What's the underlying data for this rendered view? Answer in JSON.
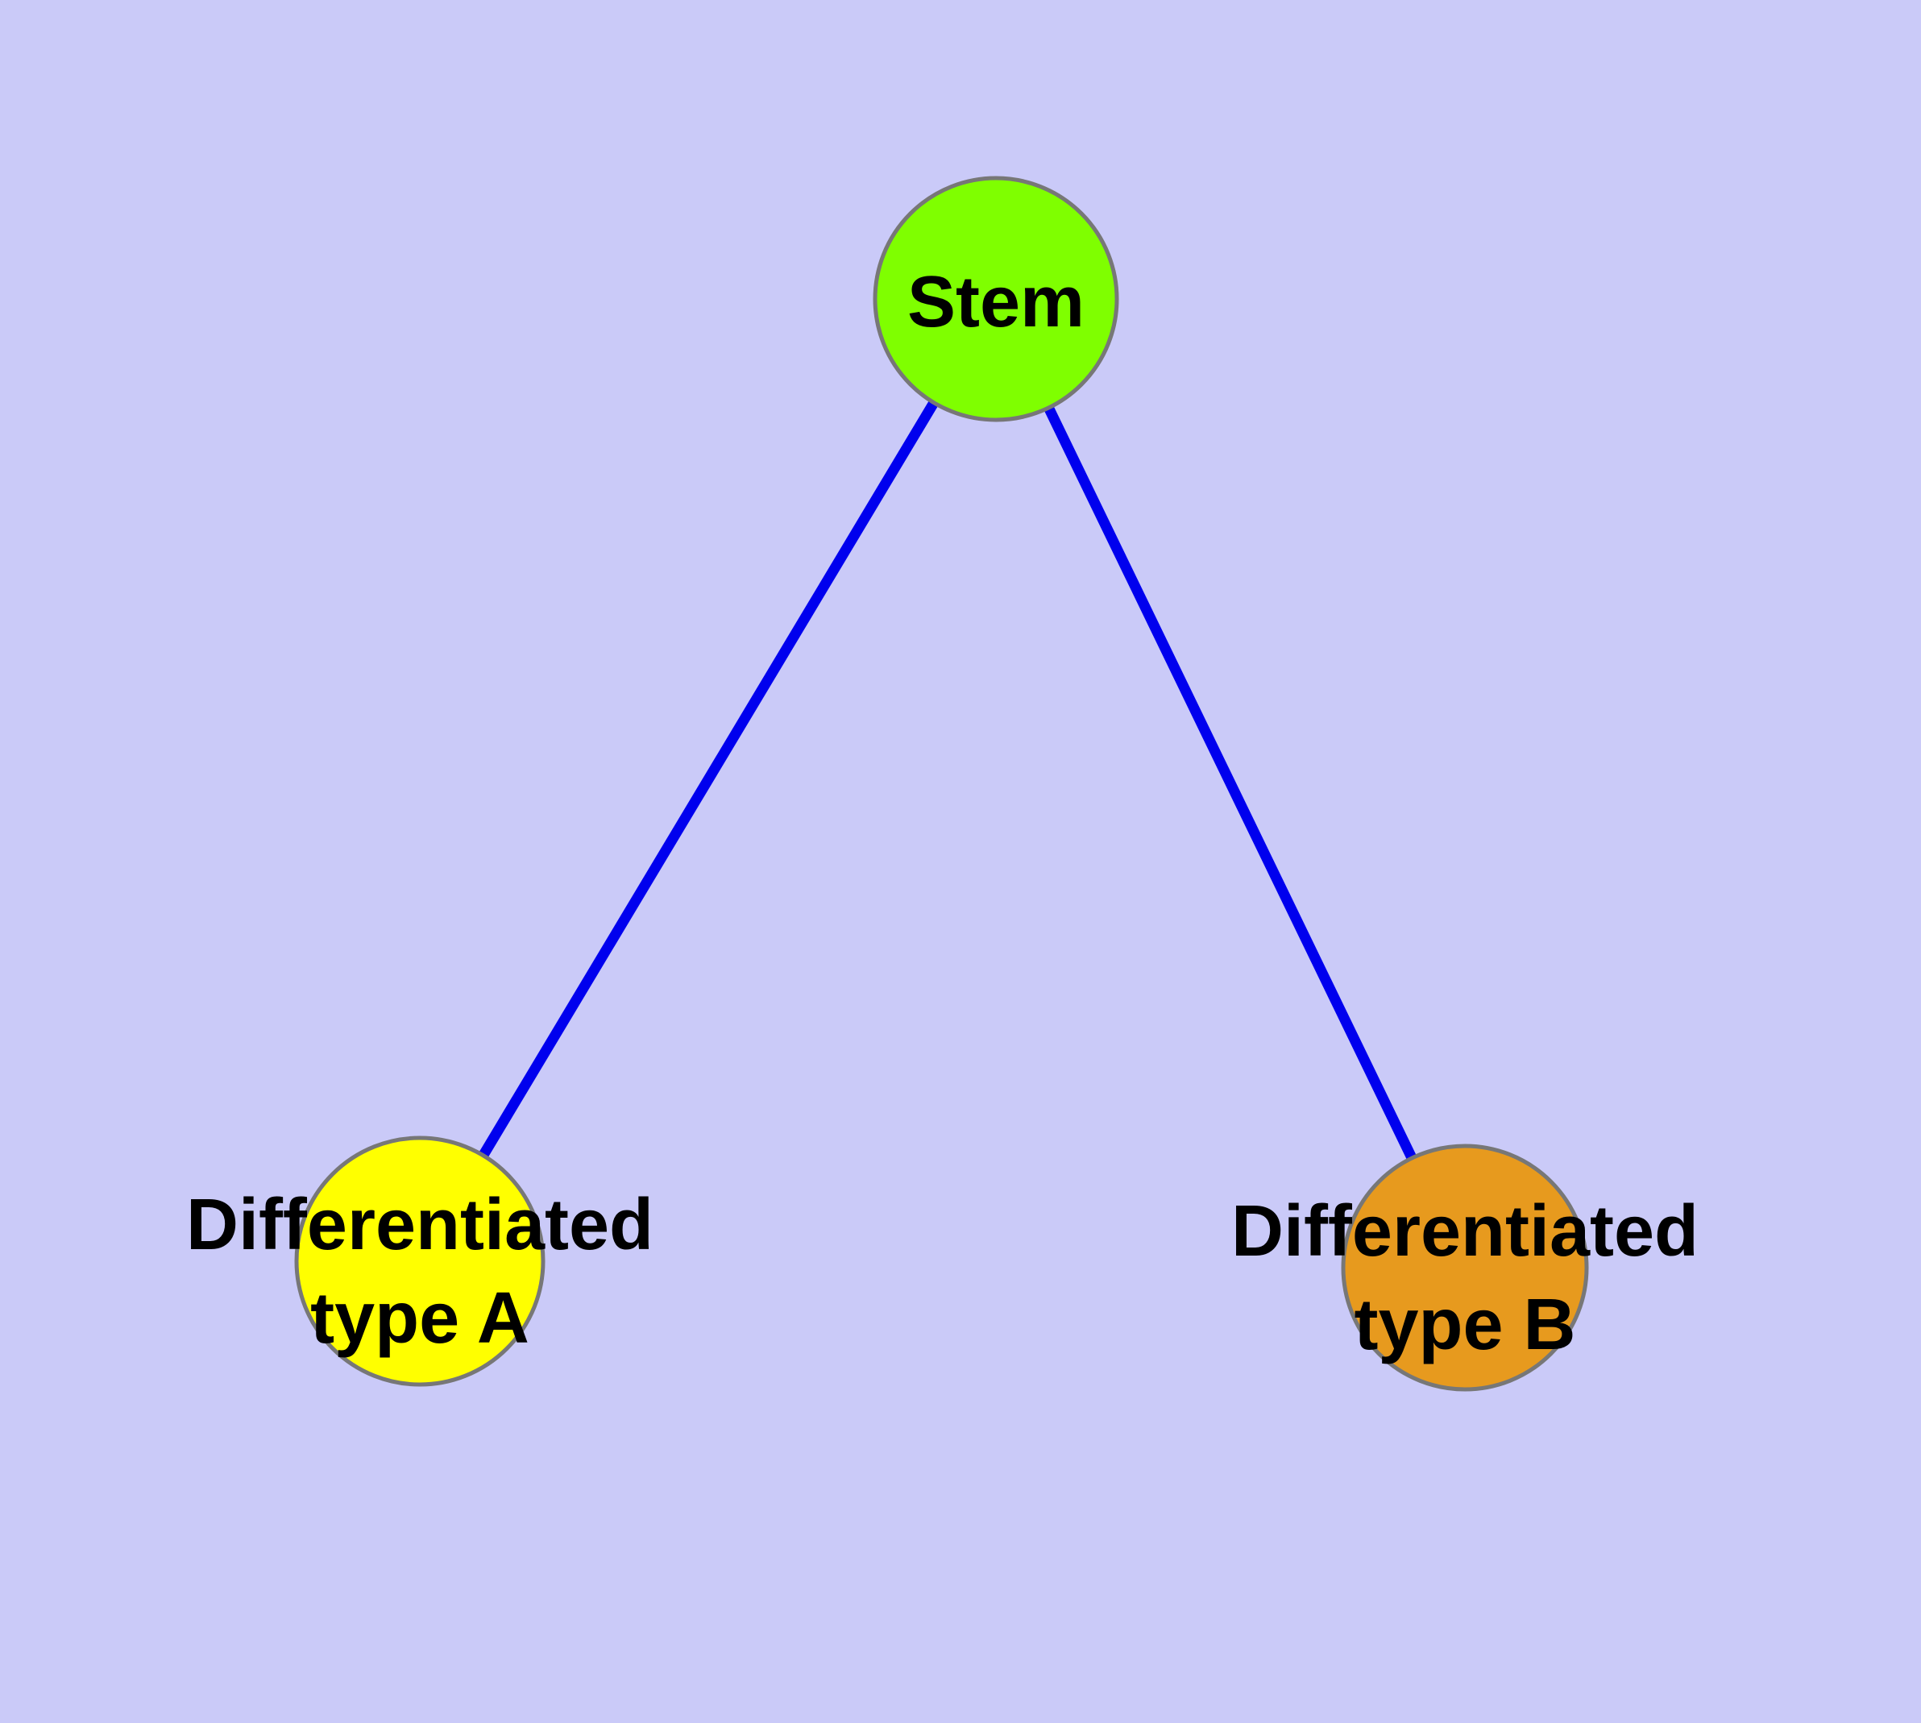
{
  "diagram": {
    "type": "node-link-graph",
    "background_color": "#CACAF8",
    "edge_color": "#0000EE",
    "node_border_color": "#777777",
    "label_color": "#000000",
    "nodes": [
      {
        "id": "stem",
        "label": "Stem",
        "lines": [
          "Stem"
        ],
        "fill": "#7FFF00"
      },
      {
        "id": "differentiated-type-a",
        "label": "Differentiated type A",
        "lines": [
          "Differentiated",
          "type A"
        ],
        "fill": "#FFFF00"
      },
      {
        "id": "differentiated-type-b",
        "label": "Differentiated type B",
        "lines": [
          "Differentiated",
          "type B"
        ],
        "fill": "#E79A1E"
      }
    ],
    "edges": [
      {
        "from": "Stem",
        "to": "Differentiated type A"
      },
      {
        "from": "Stem",
        "to": "Differentiated type B"
      }
    ]
  }
}
